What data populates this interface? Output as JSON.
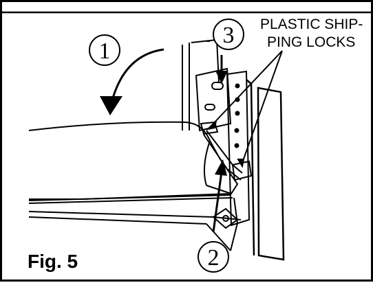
{
  "figure": {
    "label": "Fig. 5",
    "callout": {
      "line1": "PLASTIC SHIP-",
      "line2": "PING LOCKS"
    },
    "steps": [
      {
        "id": "step-1",
        "number": "1"
      },
      {
        "id": "step-2",
        "number": "2"
      },
      {
        "id": "step-3",
        "number": "3"
      }
    ]
  }
}
